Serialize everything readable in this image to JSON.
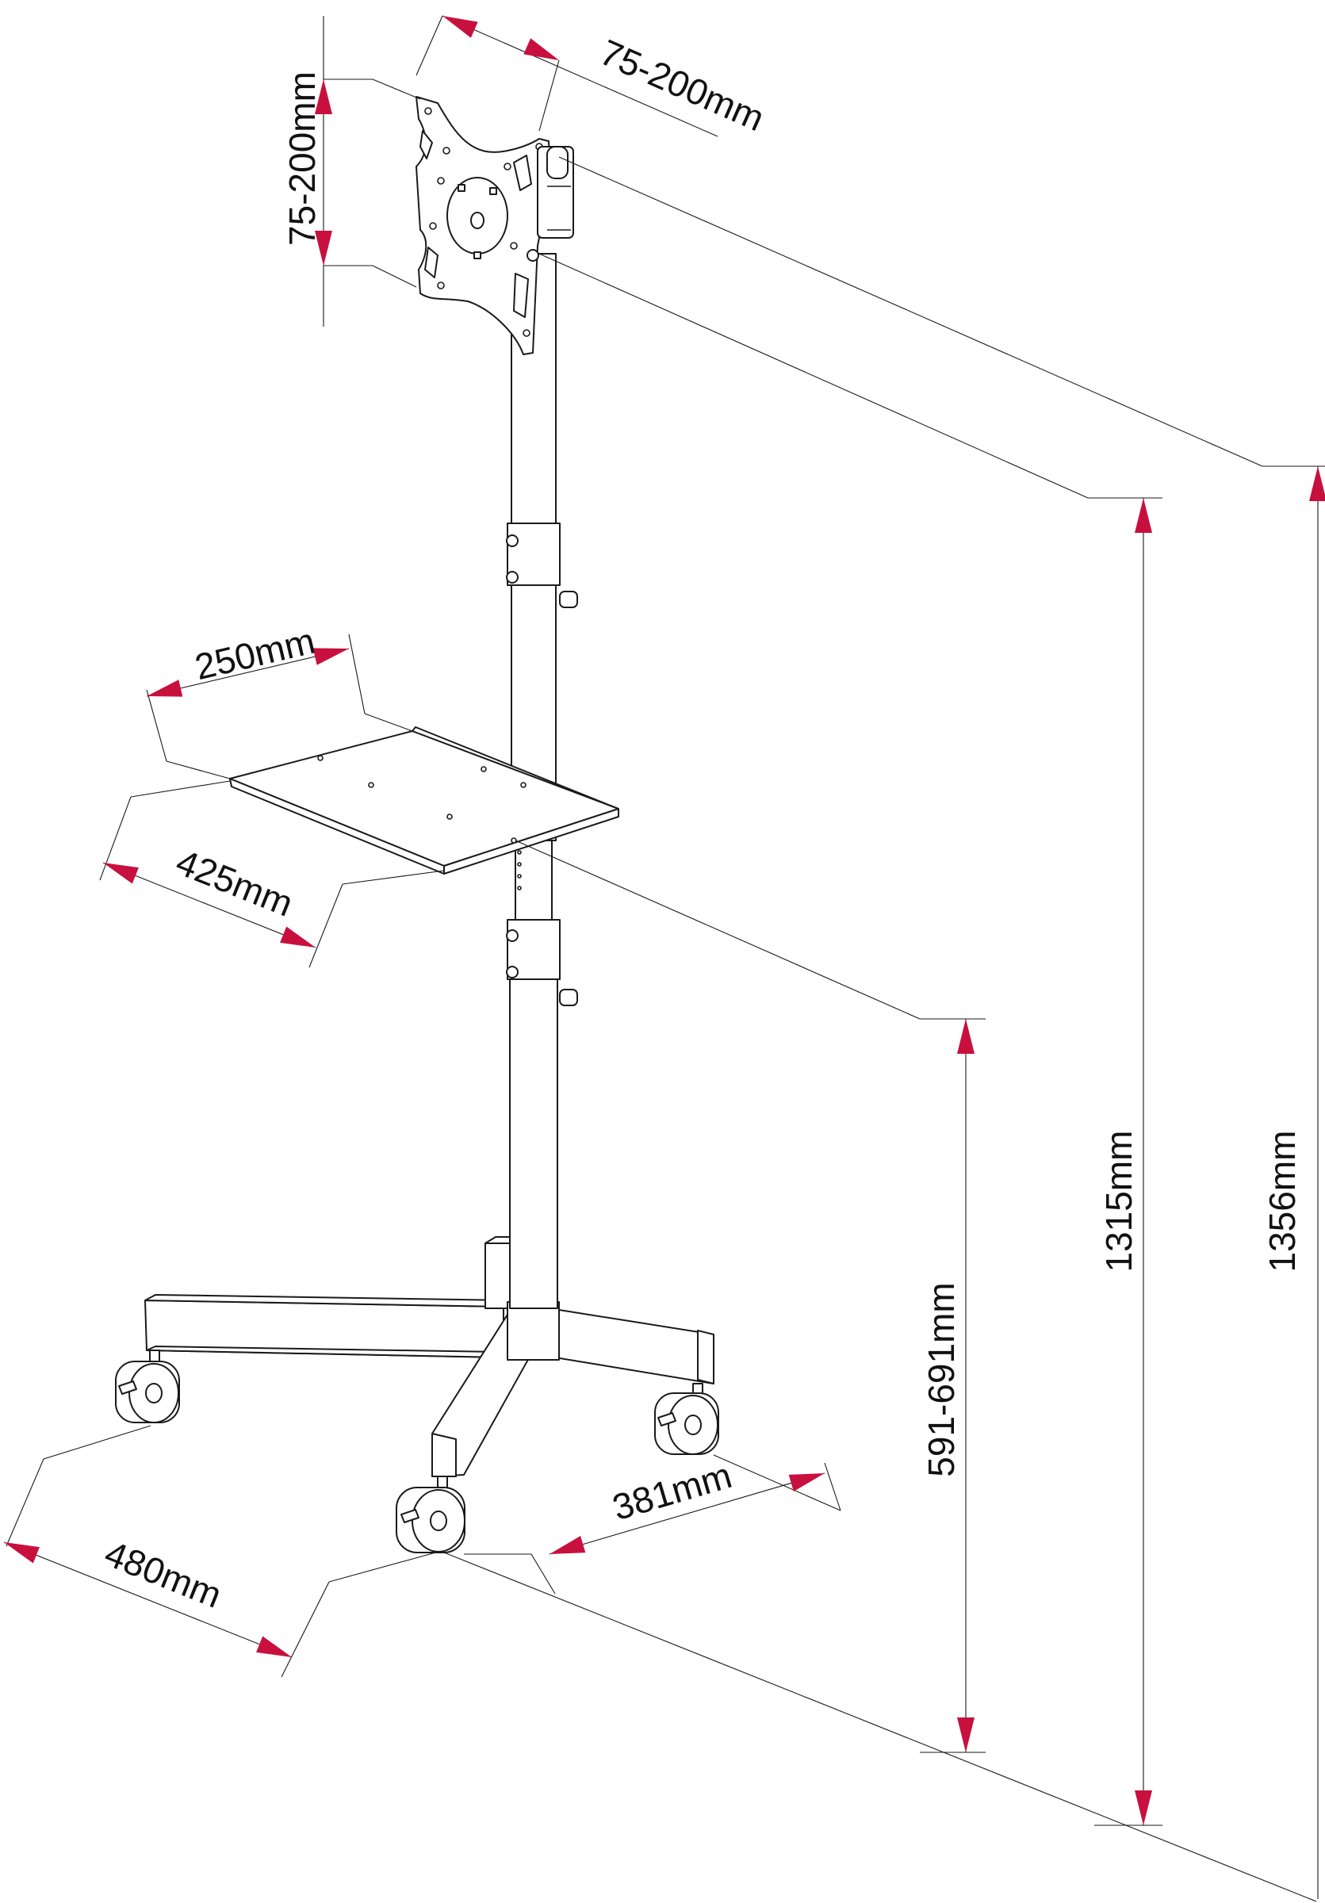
{
  "dimensions": {
    "vesa_width": "75-200mm",
    "vesa_height": "75-200mm",
    "shelf_depth": "250mm",
    "shelf_width": "425mm",
    "shelf_height": "591-691mm",
    "mount_center_height": "1315mm",
    "mount_top_height": "1356mm",
    "base_depth": "381mm",
    "base_width": "480mm"
  },
  "colors": {
    "arrow": "#c8103e",
    "line": "#1a1a1a",
    "background": "#ffffff"
  }
}
